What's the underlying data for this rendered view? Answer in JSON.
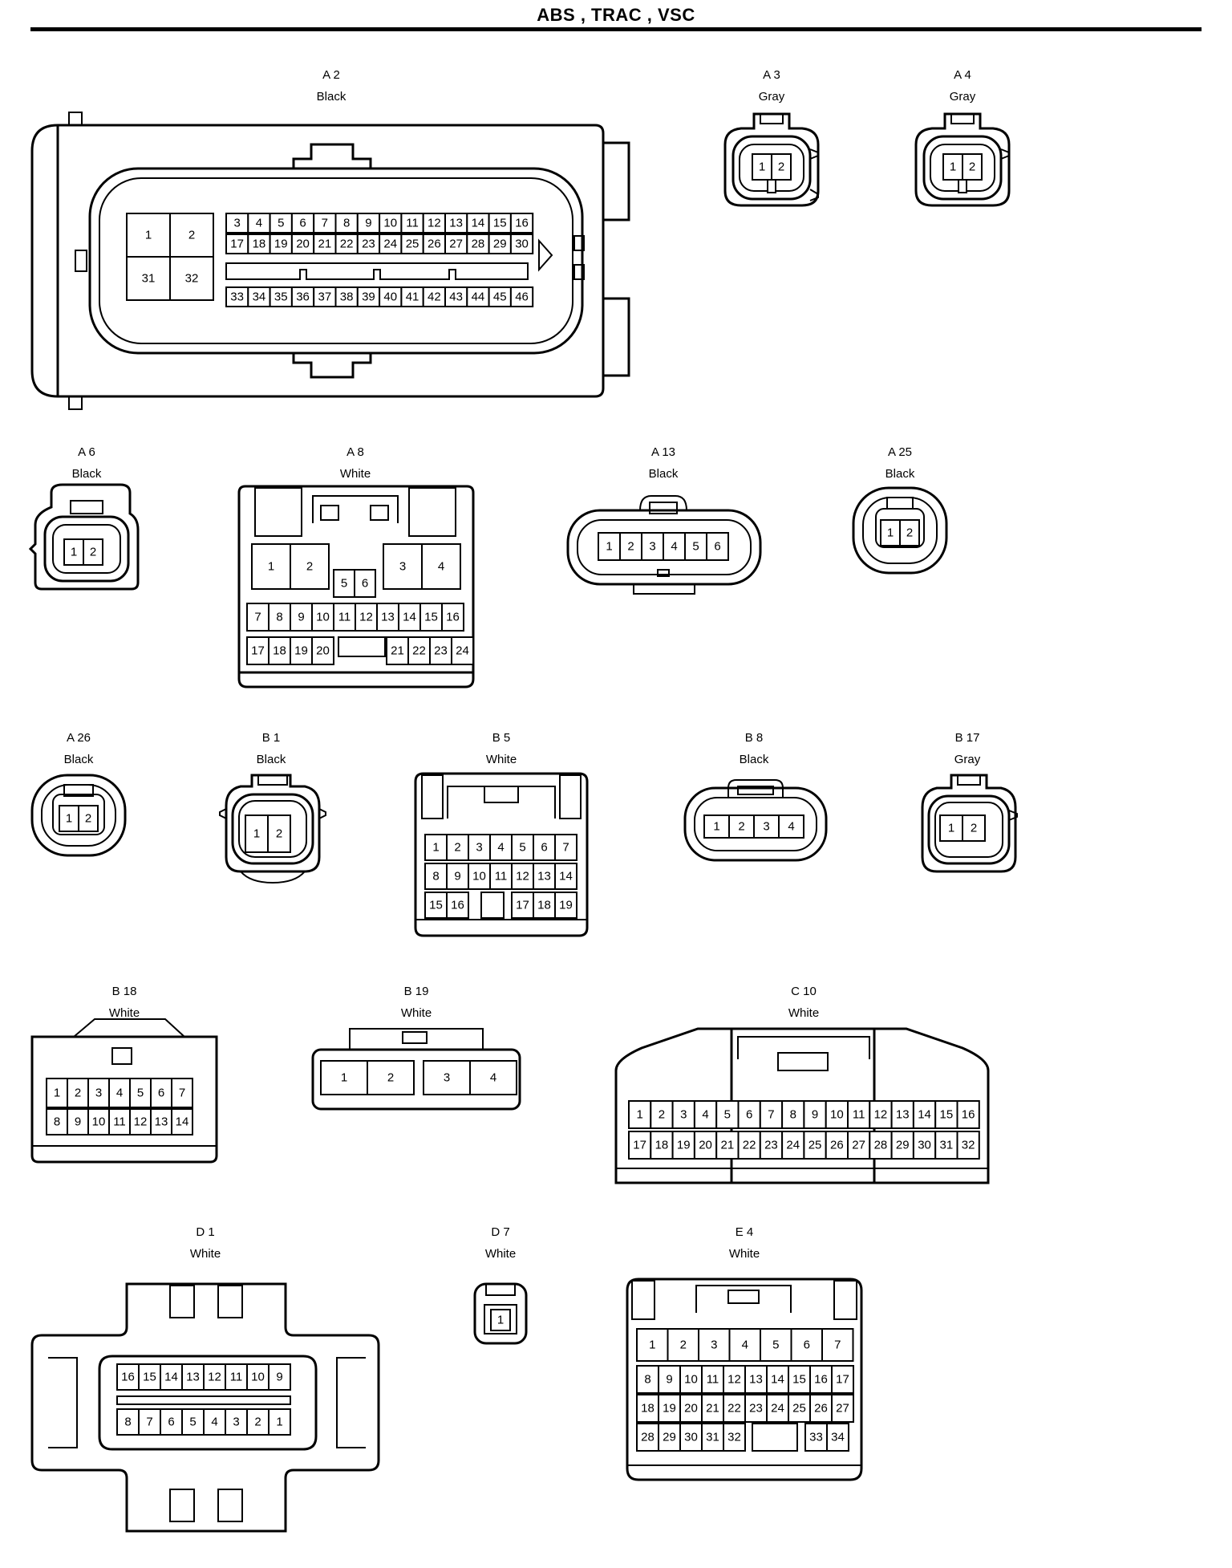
{
  "header": {
    "title": "ABS , TRAC , VSC"
  },
  "connectors": [
    {
      "id": "A 2",
      "color": "Black",
      "pins": [
        "1",
        "2",
        "31",
        "32",
        "3",
        "4",
        "5",
        "6",
        "7",
        "8",
        "9",
        "10",
        "11",
        "12",
        "13",
        "14",
        "15",
        "16",
        "17",
        "18",
        "19",
        "20",
        "21",
        "22",
        "23",
        "24",
        "25",
        "26",
        "27",
        "28",
        "29",
        "30",
        "33",
        "34",
        "35",
        "36",
        "37",
        "38",
        "39",
        "40",
        "41",
        "42",
        "43",
        "44",
        "45",
        "46"
      ]
    },
    {
      "id": "A 3",
      "color": "Gray",
      "pins": [
        "1",
        "2"
      ]
    },
    {
      "id": "A 4",
      "color": "Gray",
      "pins": [
        "1",
        "2"
      ]
    },
    {
      "id": "A 6",
      "color": "Black",
      "pins": [
        "1",
        "2"
      ]
    },
    {
      "id": "A 8",
      "color": "White",
      "pins": [
        "1",
        "2",
        "3",
        "4",
        "5",
        "6",
        "7",
        "8",
        "9",
        "10",
        "11",
        "12",
        "13",
        "14",
        "15",
        "16",
        "17",
        "18",
        "19",
        "20",
        "21",
        "22",
        "23",
        "24"
      ]
    },
    {
      "id": "A 13",
      "color": "Black",
      "pins": [
        "1",
        "2",
        "3",
        "4",
        "5",
        "6"
      ]
    },
    {
      "id": "A 25",
      "color": "Black",
      "pins": [
        "1",
        "2"
      ]
    },
    {
      "id": "A 26",
      "color": "Black",
      "pins": [
        "1",
        "2"
      ]
    },
    {
      "id": "B 1",
      "color": "Black",
      "pins": [
        "1",
        "2"
      ]
    },
    {
      "id": "B 5",
      "color": "White",
      "pins": [
        "1",
        "2",
        "3",
        "4",
        "5",
        "6",
        "7",
        "8",
        "9",
        "10",
        "11",
        "12",
        "13",
        "14",
        "15",
        "16",
        "17",
        "18",
        "19"
      ]
    },
    {
      "id": "B 8",
      "color": "Black",
      "pins": [
        "1",
        "2",
        "3",
        "4"
      ]
    },
    {
      "id": "B 17",
      "color": "Gray",
      "pins": [
        "1",
        "2"
      ]
    },
    {
      "id": "B 18",
      "color": "White",
      "pins": [
        "1",
        "2",
        "3",
        "4",
        "5",
        "6",
        "7",
        "8",
        "9",
        "10",
        "11",
        "12",
        "13",
        "14"
      ]
    },
    {
      "id": "B 19",
      "color": "White",
      "pins": [
        "1",
        "2",
        "3",
        "4"
      ]
    },
    {
      "id": "C 10",
      "color": "White",
      "pins": [
        "1",
        "2",
        "3",
        "4",
        "5",
        "6",
        "7",
        "8",
        "9",
        "10",
        "11",
        "12",
        "13",
        "14",
        "15",
        "16",
        "17",
        "18",
        "19",
        "20",
        "21",
        "22",
        "23",
        "24",
        "25",
        "26",
        "27",
        "28",
        "29",
        "30",
        "31",
        "32"
      ]
    },
    {
      "id": "D 1",
      "color": "White",
      "pins": [
        "16",
        "15",
        "14",
        "13",
        "12",
        "11",
        "10",
        "9",
        "8",
        "7",
        "6",
        "5",
        "4",
        "3",
        "2",
        "1"
      ]
    },
    {
      "id": "D 7",
      "color": "White",
      "pins": [
        "1"
      ]
    },
    {
      "id": "E 4",
      "color": "White",
      "pins": [
        "1",
        "2",
        "3",
        "4",
        "5",
        "6",
        "7",
        "8",
        "9",
        "10",
        "11",
        "12",
        "13",
        "14",
        "15",
        "16",
        "17",
        "18",
        "19",
        "20",
        "21",
        "22",
        "23",
        "24",
        "25",
        "26",
        "27",
        "28",
        "29",
        "30",
        "31",
        "32",
        "33",
        "34"
      ]
    }
  ]
}
